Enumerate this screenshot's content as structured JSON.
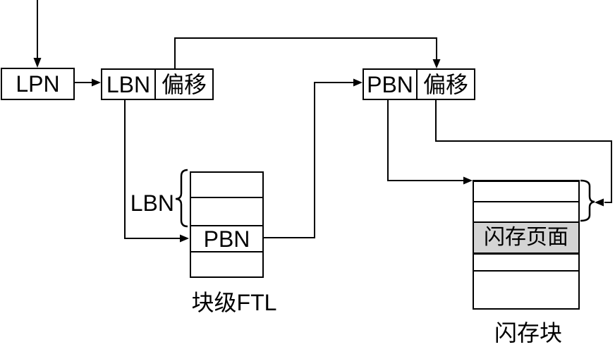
{
  "boxes": {
    "lpn": {
      "label": "LPN"
    },
    "lbn_offset": {
      "left": "LBN",
      "right": "偏移"
    },
    "pbn_offset": {
      "left": "PBN",
      "right": "偏移"
    }
  },
  "ftl_table": {
    "caption": "块级FTL",
    "brace_label": "LBN",
    "rows": [
      "",
      "",
      "PBN",
      ""
    ],
    "pbn_row_index": 2
  },
  "flash_block": {
    "caption": "闪存块",
    "rows": [
      "",
      "",
      "闪存页面",
      "",
      ""
    ],
    "highlighted_row_index": 2,
    "highlight_color": "#d4d4d4"
  },
  "colors": {
    "line": "#000000",
    "text": "#000000",
    "background": "#ffffff",
    "highlight": "#d4d4d4"
  }
}
